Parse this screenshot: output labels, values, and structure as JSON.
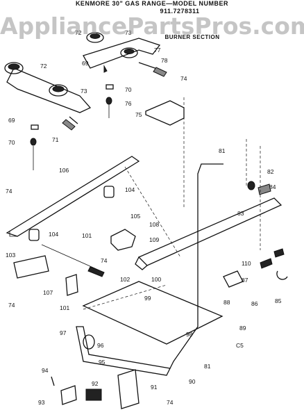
{
  "header": {
    "title": "KENMORE 30\" GAS RANGE—MODEL NUMBER",
    "model": "911.7278311",
    "section": "BURNER SECTION"
  },
  "watermark": "AppliancePartsPros.com",
  "part_labels": [
    "72",
    "73",
    "77",
    "78",
    "69",
    "74",
    "70",
    "76",
    "75",
    "71",
    "106",
    "104",
    "81",
    "82",
    "84",
    "74",
    "108",
    "105",
    "83",
    "104",
    "109",
    "101",
    "103",
    "102",
    "110",
    "100",
    "87",
    "88",
    "86",
    "85",
    "99",
    "107",
    "101",
    "74",
    "97",
    "98",
    "96",
    "95",
    "89",
    "81",
    "94",
    "92",
    "93",
    "91",
    "90",
    "74",
    "72",
    "73",
    "69",
    "70",
    "74",
    "C5"
  ]
}
